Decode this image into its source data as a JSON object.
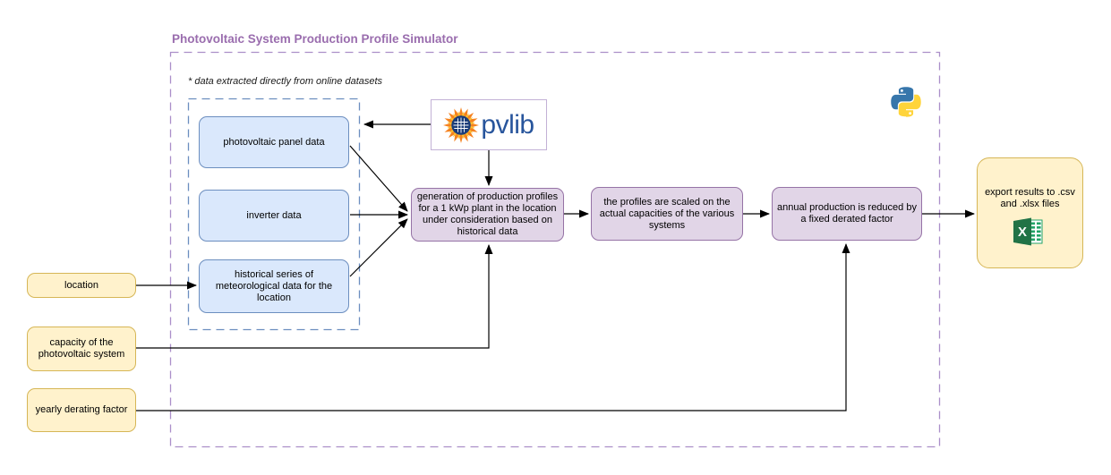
{
  "title": "Photovoltaic System Production Profile Simulator",
  "note": "* data extracted directly from online datasets",
  "dataset_boxes": [
    {
      "label": "photovoltaic panel data"
    },
    {
      "label": "inverter data"
    },
    {
      "label": "historical series of meteorological data for the location"
    }
  ],
  "process_boxes": [
    {
      "label": "generation of production profiles for a 1 kWp plant in the location under consideration based on historical data"
    },
    {
      "label": "the profiles are scaled on the actual capacities of the various systems"
    },
    {
      "label": "annual production is reduced by a fixed derated factor"
    }
  ],
  "input_boxes": [
    {
      "label": "location"
    },
    {
      "label": "capacity of the photovoltaic system"
    },
    {
      "label": "yearly derating factor"
    }
  ],
  "output_box": {
    "label": "export results to .csv and .xlsx files"
  },
  "logos": {
    "pvlib_text": "pvlib",
    "pvlib_sun_icon": "sun-solar-panel-icon",
    "python_icon": "python-logo-icon",
    "excel_icon": "excel-logo-icon"
  },
  "colors": {
    "title_purple": "#9a6dae",
    "outer_frame_dashed": "#ab8fc9",
    "dataset_frame_dashed": "#6c8ebf",
    "dataset_fill": "#dae8fc",
    "dataset_stroke": "#6c8ebf",
    "process_fill": "#e1d5e7",
    "process_stroke": "#9673a6",
    "input_fill": "#fff2cc",
    "input_stroke": "#d6b656",
    "pvlib_blue": "#28559c",
    "python_blue": "#3776ab",
    "python_yellow": "#ffd43b",
    "excel_green": "#217346",
    "arrow_black": "#000000"
  }
}
